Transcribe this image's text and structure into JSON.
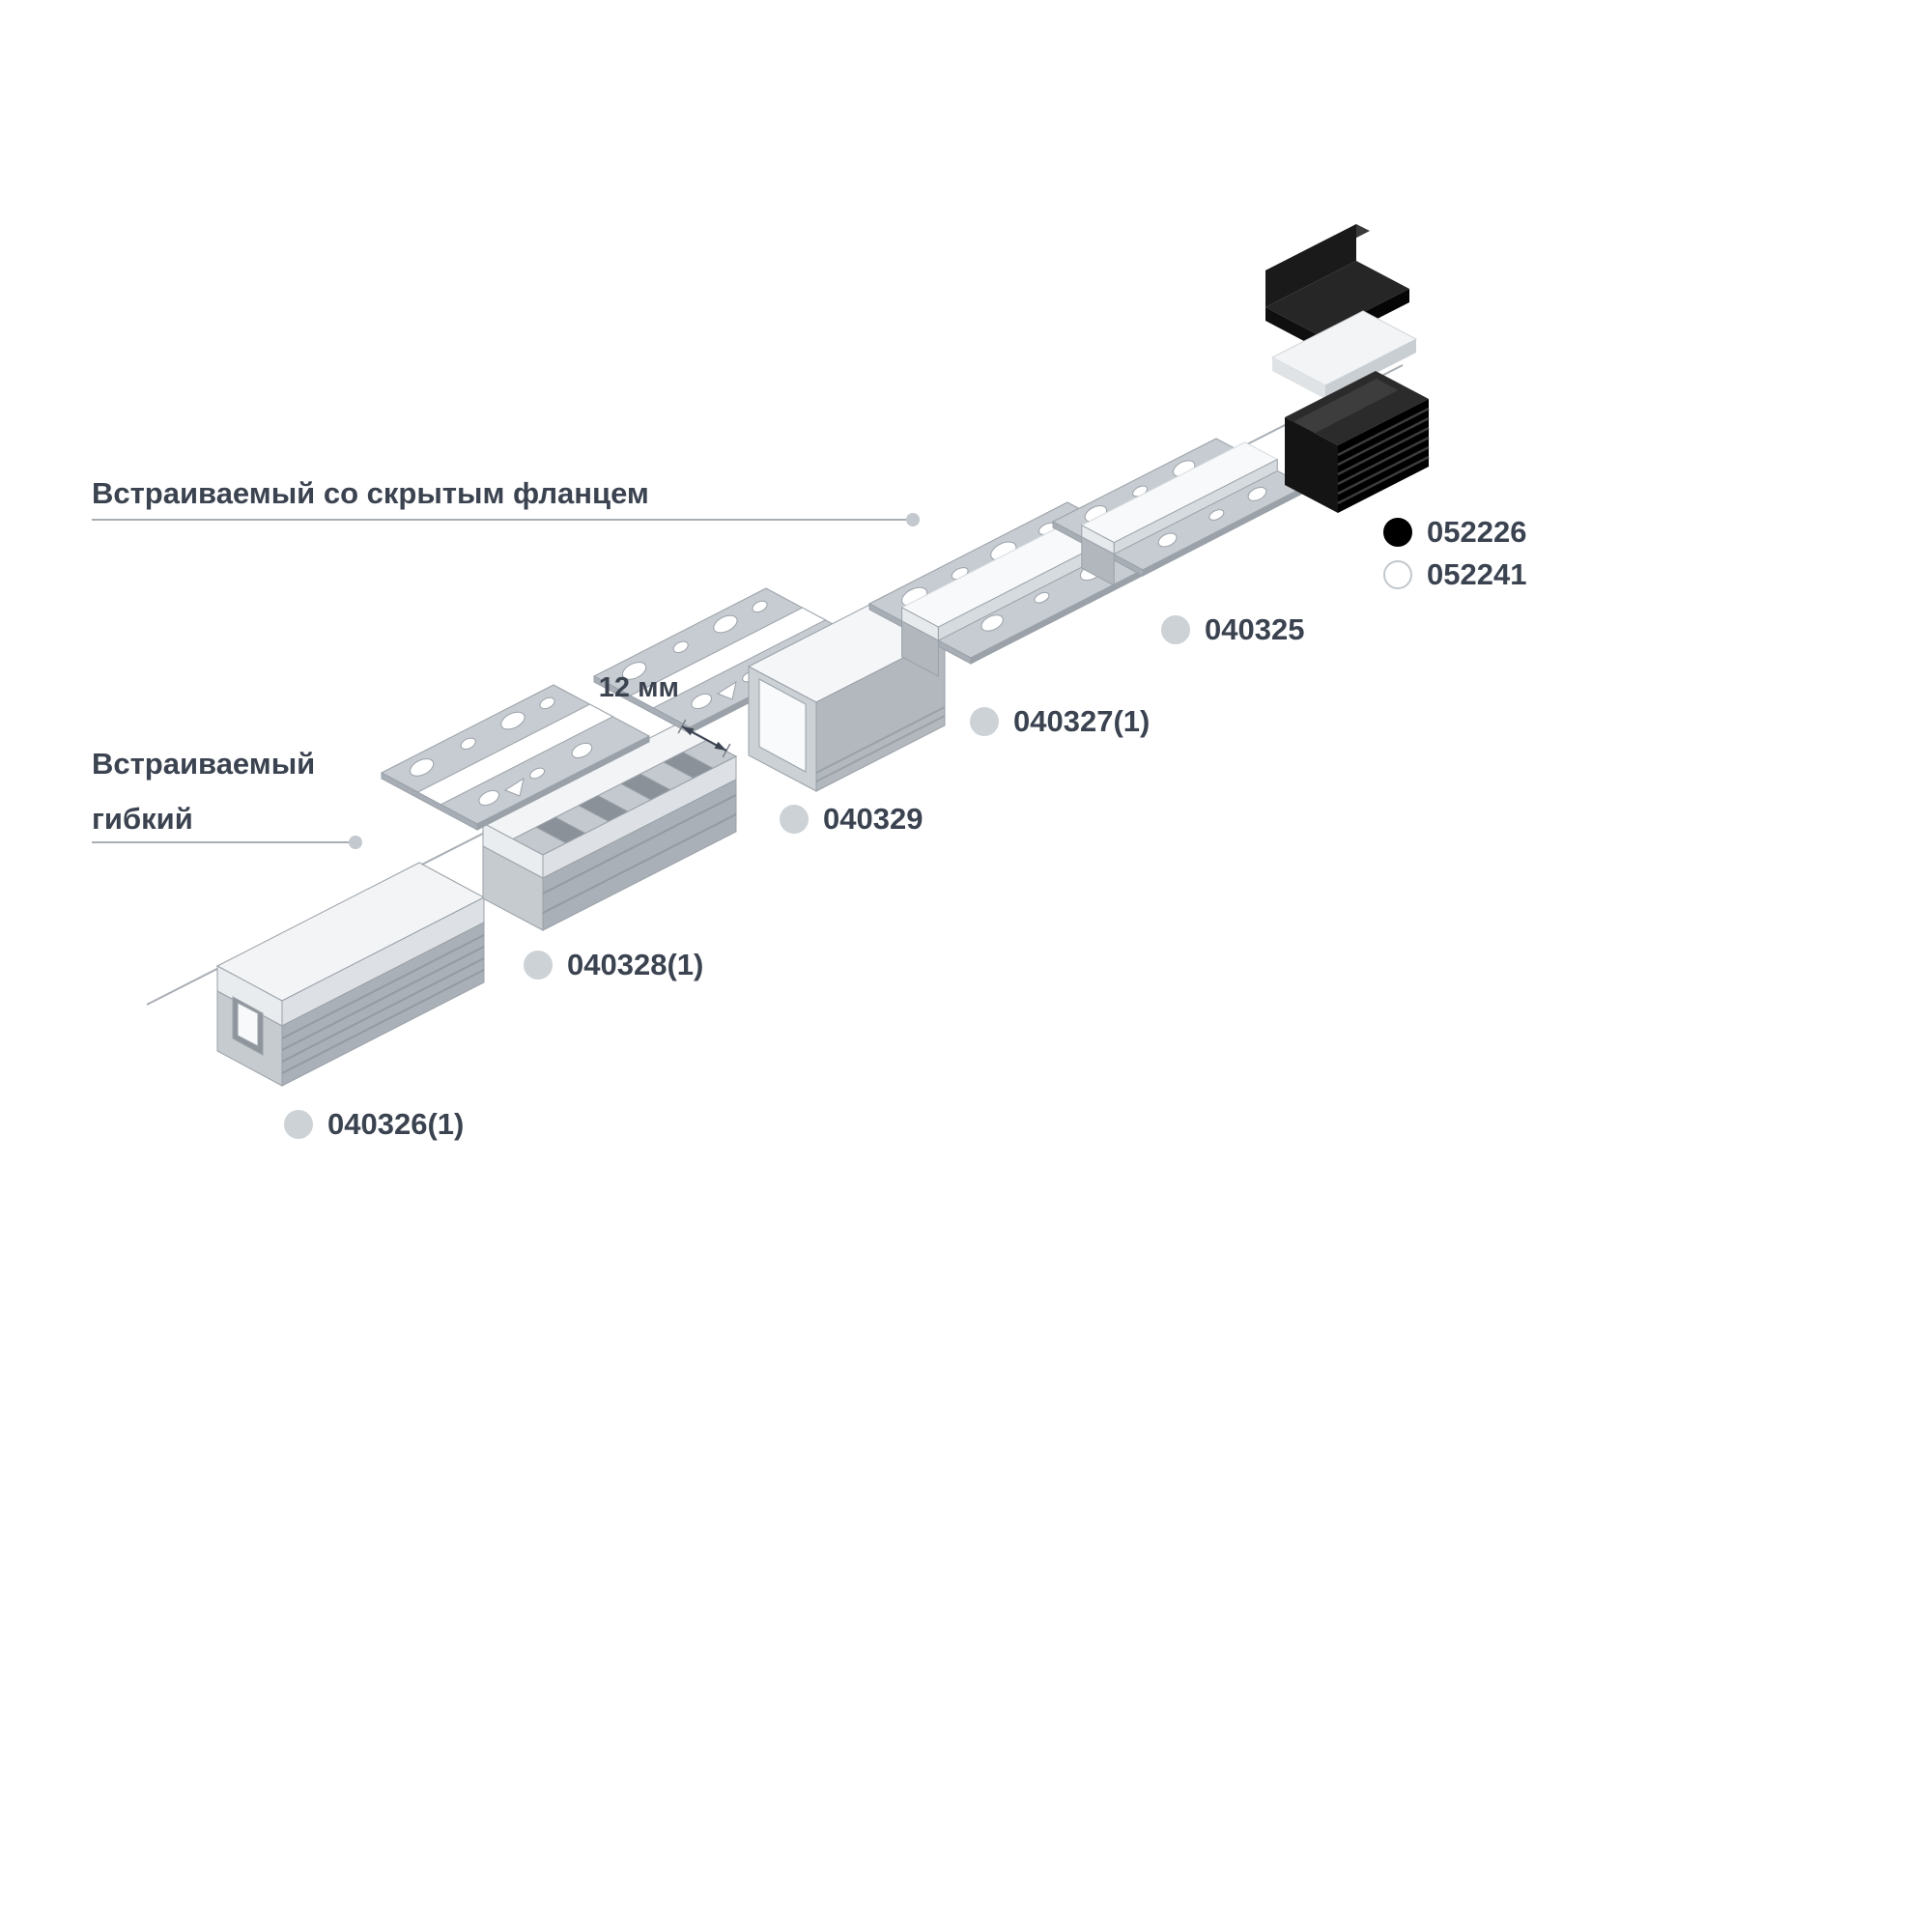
{
  "categories": [
    {
      "id": "recessed-hidden-flange",
      "label": "Встраиваемый со скрытым фланцем"
    },
    {
      "id": "recessed-flexible",
      "label": "Встраиваемый гибкий"
    }
  ],
  "dimension": {
    "label": "12 мм"
  },
  "products": [
    {
      "code": "052226",
      "bullet_color": "#000000",
      "bullet_border": "#000000"
    },
    {
      "code": "052241",
      "bullet_color": "#ffffff",
      "bullet_border": "#c2c7cc"
    },
    {
      "code": "040325",
      "bullet_color": "#cdd2d6",
      "bullet_border": "#cdd2d6"
    },
    {
      "code": "040327(1)",
      "bullet_color": "#cdd2d6",
      "bullet_border": "#cdd2d6"
    },
    {
      "code": "040329",
      "bullet_color": "#cdd2d6",
      "bullet_border": "#cdd2d6"
    },
    {
      "code": "040328(1)",
      "bullet_color": "#cdd2d6",
      "bullet_border": "#cdd2d6"
    },
    {
      "code": "040326(1)",
      "bullet_color": "#cdd2d6",
      "bullet_border": "#cdd2d6"
    }
  ],
  "colors": {
    "text": "#3b4350",
    "leader": "#a8aeb4"
  }
}
